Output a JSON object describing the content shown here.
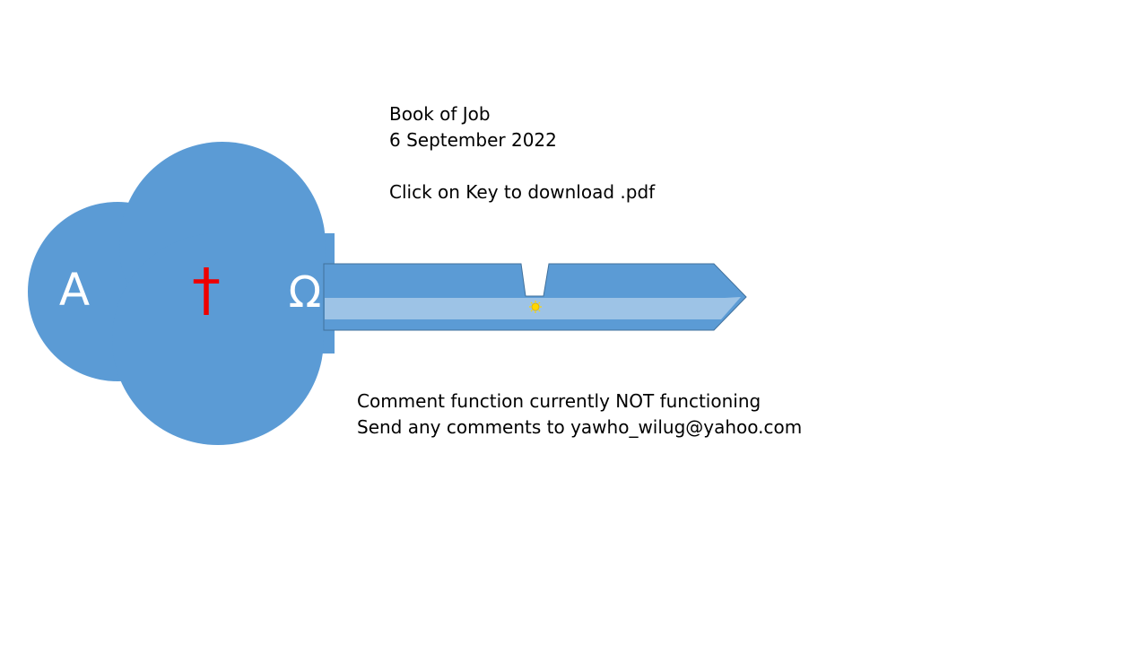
{
  "key": {
    "label_alpha": "A",
    "label_cross": "†",
    "label_omega": "Ω",
    "colors": {
      "body": "#5b9bd5",
      "blade_stripe": "#9dc3e6",
      "edge": "#41719c",
      "cross": "#ee0000",
      "letters": "#ffffff",
      "sun": "#ffd700"
    },
    "sun_icon": "sun-icon"
  },
  "info": {
    "title": "Book of Job",
    "date": "6 September 2022",
    "instruction": "Click on Key to download .pdf"
  },
  "notice": {
    "line1": "Comment function currently NOT functioning",
    "line2": "Send any comments to yawho_wilug@yahoo.com"
  }
}
